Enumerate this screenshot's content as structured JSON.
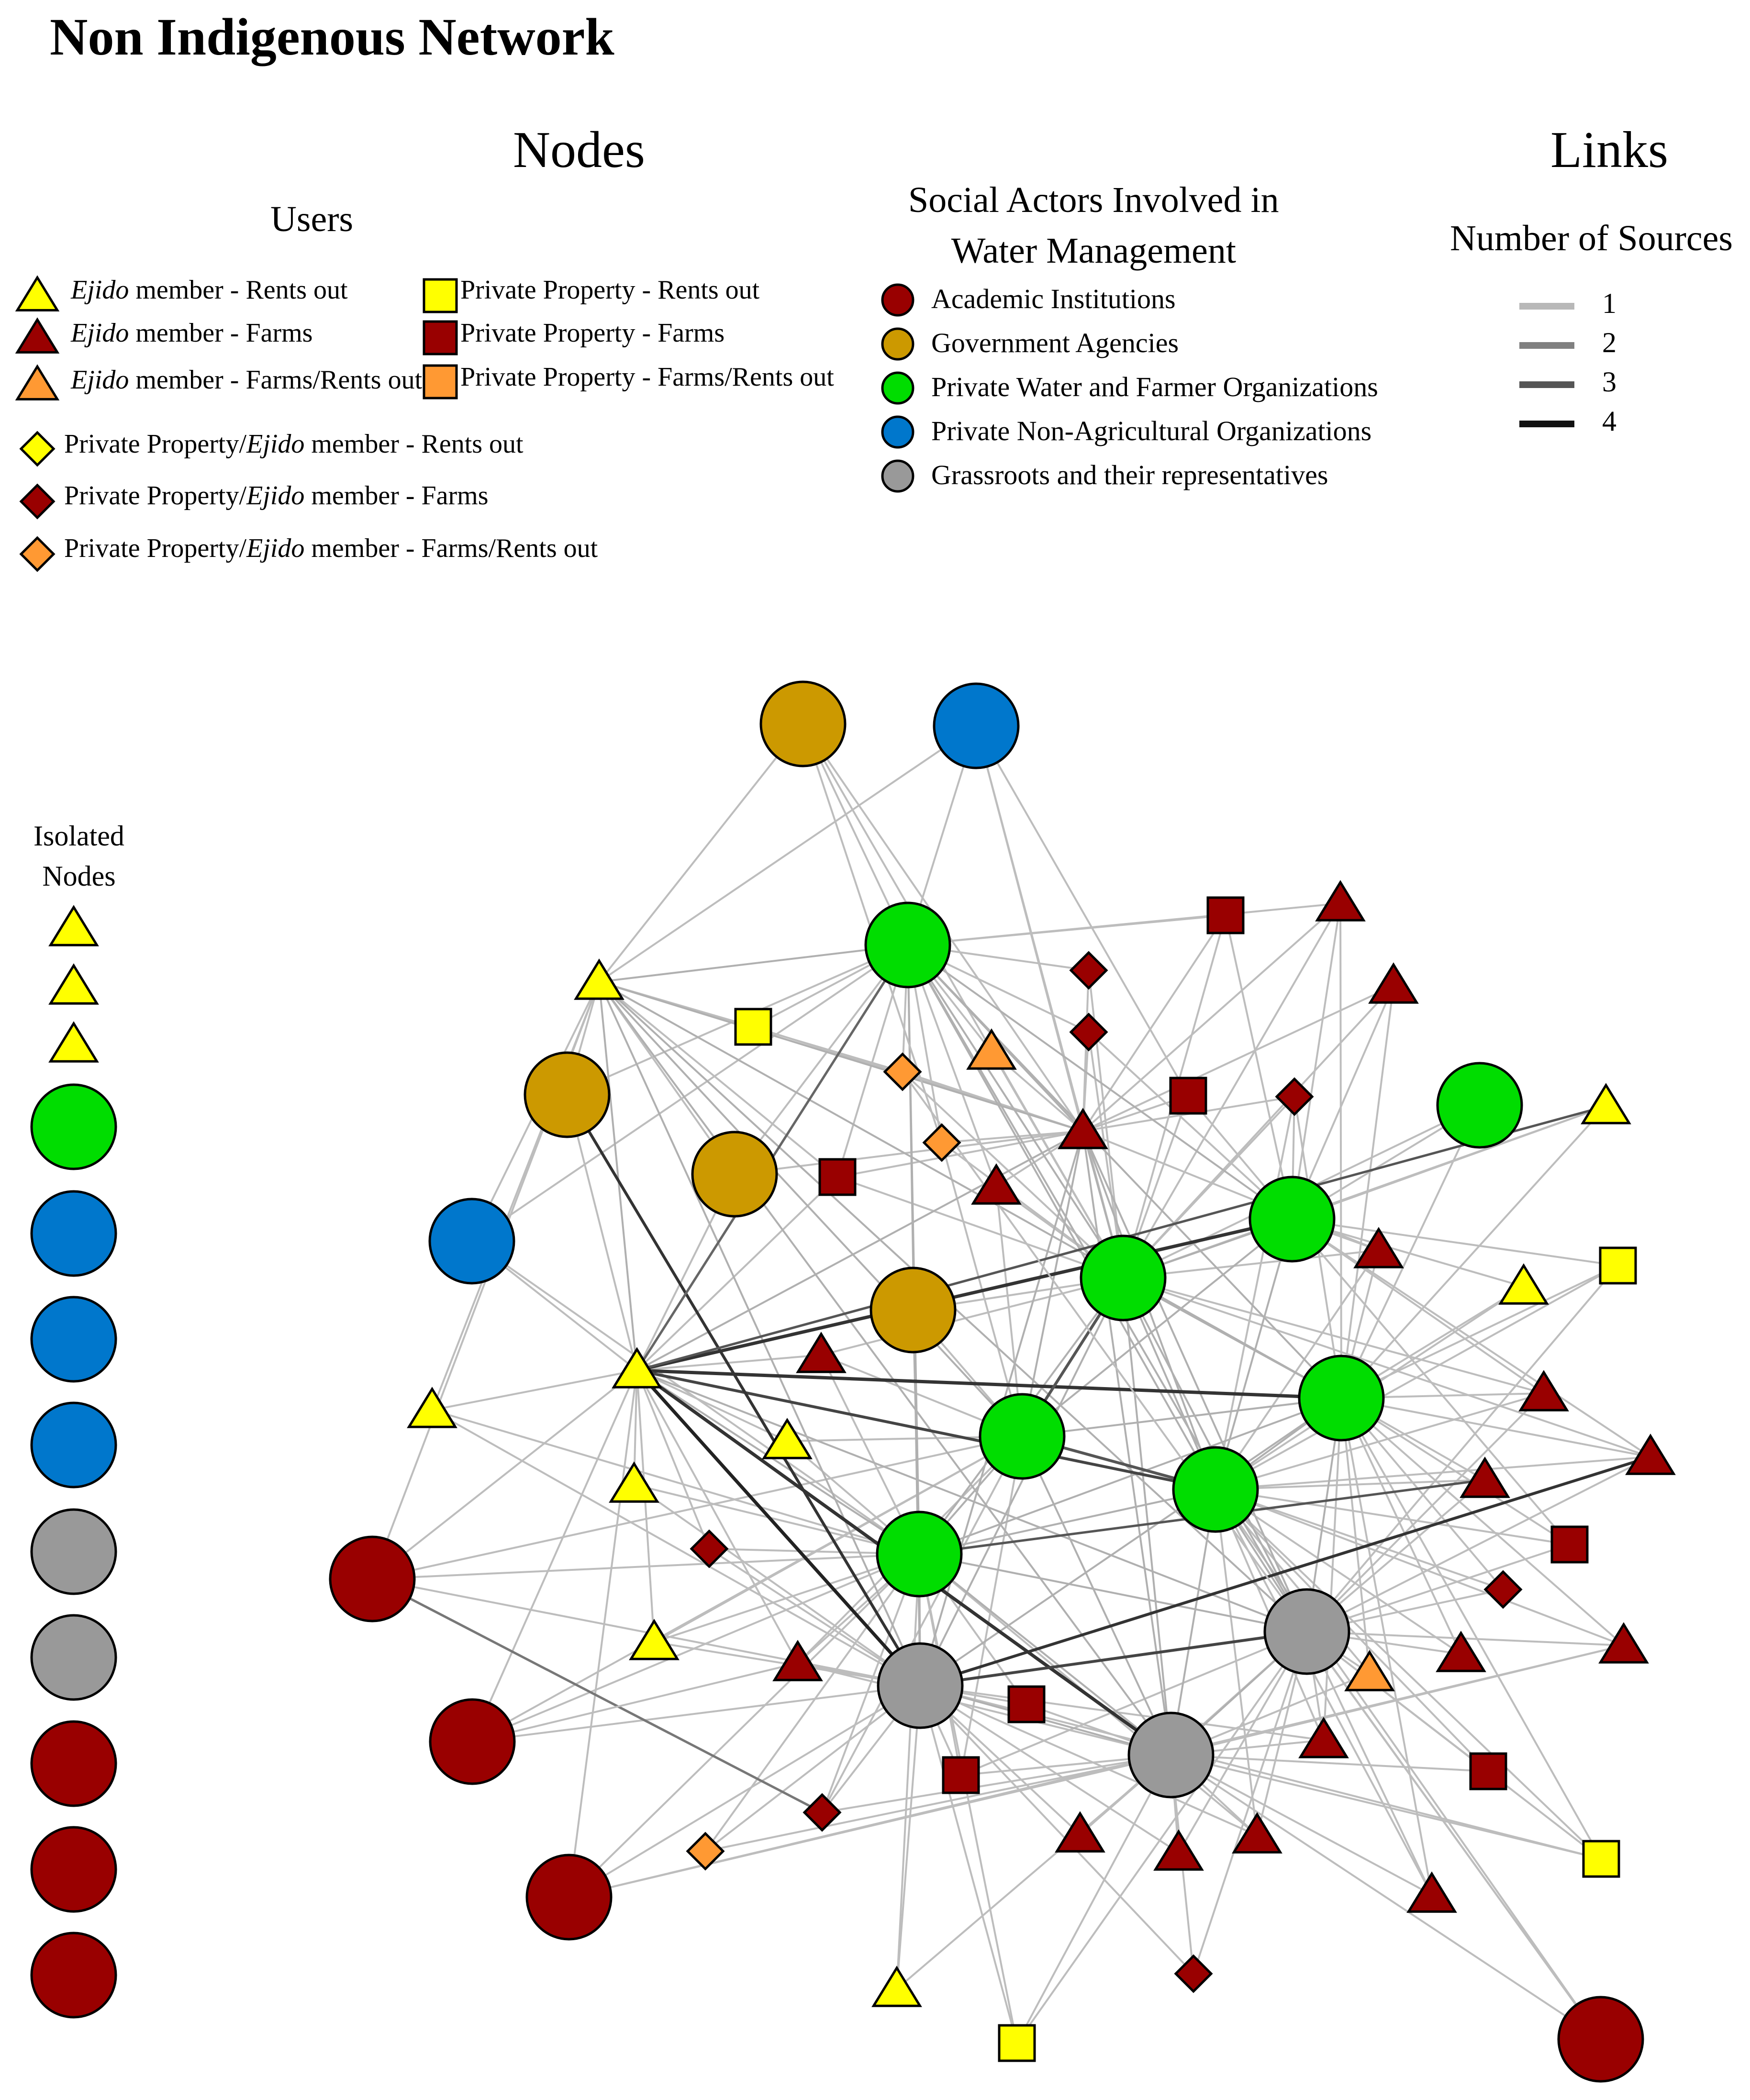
{
  "title": "Non Indigenous Network",
  "legend": {
    "nodes_heading": "Nodes",
    "links_heading": "Links",
    "users_heading": "Users",
    "social_heading_line1": "Social Actors Involved in",
    "social_heading_line2": "Water Management",
    "users": [
      {
        "pre": "",
        "em": "Ejido",
        "post": " member - Rents out",
        "shape": "triangle",
        "color": "#ffff00"
      },
      {
        "pre": "",
        "em": "Ejido",
        "post": " member - Farms",
        "shape": "triangle",
        "color": "#990000"
      },
      {
        "pre": "",
        "em": "Ejido",
        "post": " member - Farms/Rents out",
        "shape": "triangle",
        "color": "#ff9933"
      },
      {
        "pre": "Private Property - Rents out",
        "em": "",
        "post": "",
        "shape": "square",
        "color": "#ffff00"
      },
      {
        "pre": "Private Property - Farms",
        "em": "",
        "post": "",
        "shape": "square",
        "color": "#990000"
      },
      {
        "pre": "Private Property - Farms/Rents out",
        "em": "",
        "post": "",
        "shape": "square",
        "color": "#ff9933"
      },
      {
        "pre": "Private Property/",
        "em": "Ejido",
        "post": " member - Rents out",
        "shape": "diamond",
        "color": "#ffff00"
      },
      {
        "pre": "Private Property/",
        "em": "Ejido",
        "post": " member - Farms",
        "shape": "diamond",
        "color": "#990000"
      },
      {
        "pre": "Private Property/",
        "em": "Ejido",
        "post": " member  - Farms/Rents out",
        "shape": "diamond",
        "color": "#ff9933"
      }
    ],
    "social_actors": [
      {
        "label": "Academic Institutions",
        "color": "#990000"
      },
      {
        "label": "Government Agencies",
        "color": "#cc9900"
      },
      {
        "label": "Private Water and Farmer Organizations",
        "color": "#00dd00"
      },
      {
        "label": "Private Non-Agricultural Organizations",
        "color": "#0077cc"
      },
      {
        "label": "Grassroots and their representatives",
        "color": "#999999"
      }
    ],
    "links_subheading": "Number of Sources",
    "link_levels": [
      {
        "label": "1",
        "color": "#b8b8b8"
      },
      {
        "label": "2",
        "color": "#808080"
      },
      {
        "label": "3",
        "color": "#555555"
      },
      {
        "label": "4",
        "color": "#111111"
      }
    ]
  },
  "isolated": {
    "heading_line1": "Isolated",
    "heading_line2": "Nodes",
    "types": [
      "ytri",
      "ytri",
      "ytri",
      "green",
      "blue",
      "blue",
      "blue",
      "gray",
      "gray",
      "red",
      "red",
      "red"
    ]
  },
  "colors": {
    "academic": "#990000",
    "government": "#cc9900",
    "private_water": "#00dd00",
    "non_agricultural": "#0077cc",
    "grassroots": "#999999",
    "yellow": "#ffff00",
    "dark_red": "#990000",
    "orange": "#ff9933"
  }
}
